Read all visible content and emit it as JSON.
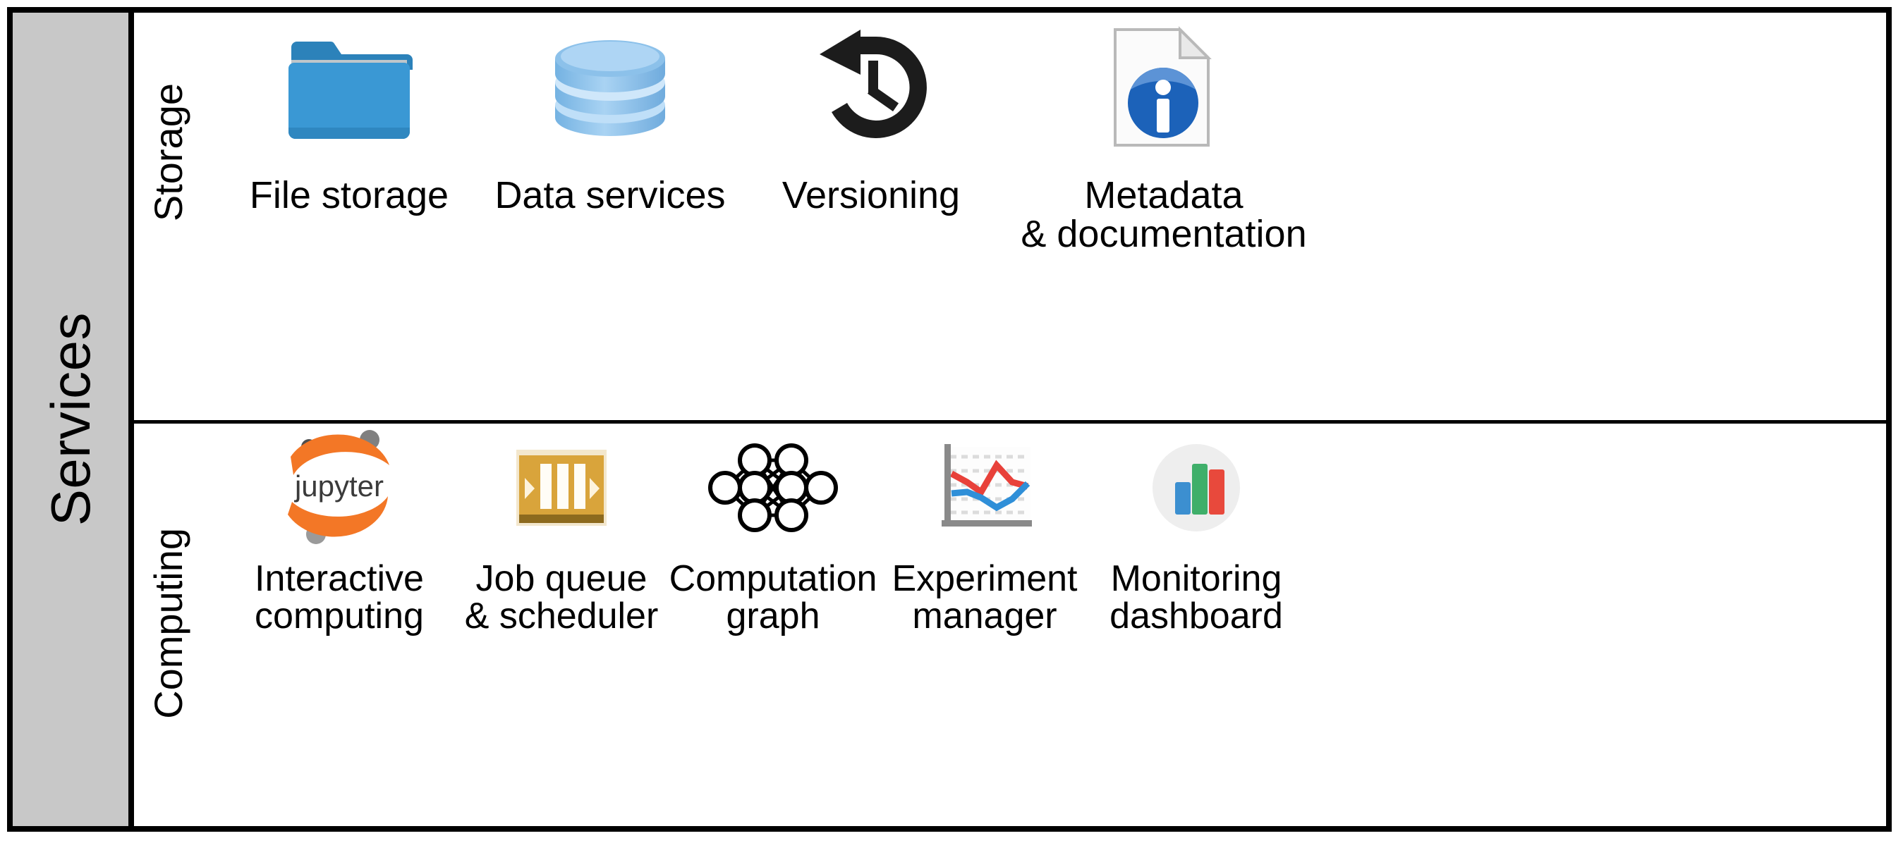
{
  "figure": {
    "side_label": "Services",
    "rows": [
      {
        "id": "storage",
        "label": "Storage",
        "items": [
          {
            "label": "File storage",
            "icon": "folder-icon"
          },
          {
            "label": "Data services",
            "icon": "database-icon"
          },
          {
            "label": "Versioning",
            "icon": "clock-history-icon"
          },
          {
            "label": "Metadata\n& documentation",
            "icon": "document-info-icon"
          }
        ]
      },
      {
        "id": "computing",
        "label": "Computing",
        "items": [
          {
            "label": "Interactive\ncomputing",
            "icon": "jupyter-logo-icon"
          },
          {
            "label": "Job queue\n& scheduler",
            "icon": "job-queue-icon"
          },
          {
            "label": "Computation\ngraph",
            "icon": "neural-network-icon"
          },
          {
            "label": "Experiment\nmanager",
            "icon": "line-chart-icon"
          },
          {
            "label": "Monitoring\ndashboard",
            "icon": "bar-chart-icon"
          }
        ]
      }
    ]
  },
  "icons": {
    "jupyter_wordmark": "jupyter"
  },
  "colors": {
    "band_gray": "#c8c8c8",
    "border_black": "#000000",
    "folder_blue": "#3a98d4",
    "folder_blue_dark": "#2c82ba",
    "database_blue": "#7fb8e6",
    "database_blue_light": "#a9d2f2",
    "info_blue": "#1c62b9",
    "jupyter_orange": "#f37726",
    "jupyter_gray": "#4e4e4e",
    "queue_gold": "#d9a43b",
    "chart_red": "#e8413a",
    "chart_blue": "#2f8fd8",
    "chart_green": "#3faf6a"
  }
}
